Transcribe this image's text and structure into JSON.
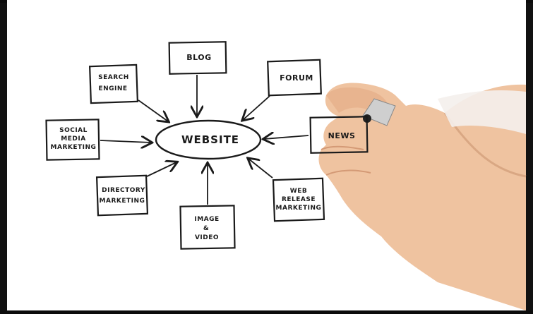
{
  "diagram": {
    "center": {
      "label": "WEBSITE"
    },
    "nodes": [
      {
        "id": "blog",
        "lines": [
          "BLOG"
        ]
      },
      {
        "id": "search",
        "lines": [
          "SEARCH",
          "ENGINE"
        ]
      },
      {
        "id": "forum",
        "lines": [
          "FORUM"
        ]
      },
      {
        "id": "social",
        "lines": [
          "SOCIAL",
          "MEDIA",
          "MARKETING"
        ]
      },
      {
        "id": "news",
        "lines": [
          "NEWS"
        ]
      },
      {
        "id": "directory",
        "lines": [
          "DIRECTORY",
          "MARKETING"
        ]
      },
      {
        "id": "image",
        "lines": [
          "IMAGE",
          "&",
          "VIDEO"
        ]
      },
      {
        "id": "webrelease",
        "lines": [
          "WEB",
          "RELEASE",
          "MARKETING"
        ]
      }
    ]
  },
  "colors": {
    "ink": "#1a1a1a",
    "paper": "#ffffff",
    "skin": "#e8b48f"
  }
}
